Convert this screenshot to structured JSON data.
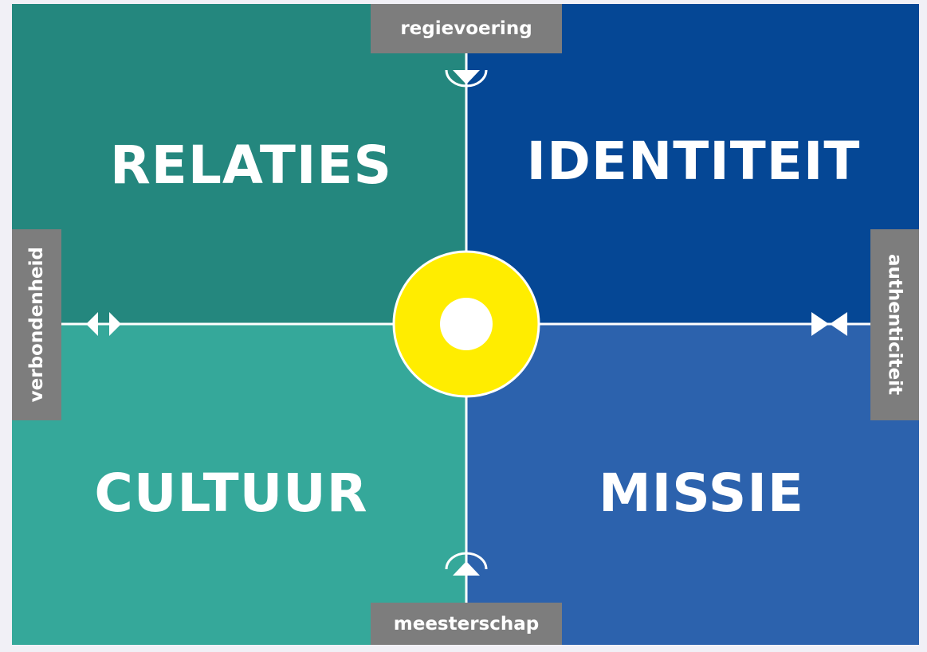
{
  "quadrants": {
    "top_left": "RELATIES",
    "top_right": "IDENTITEIT",
    "bottom_left": "CULTUUR",
    "bottom_right": "MISSIE"
  },
  "axis_labels": {
    "top": "regievoering",
    "bottom": "meesterschap",
    "left": "verbondenheid",
    "right": "authenticiteit"
  },
  "colors": {
    "top_left": "#24877e",
    "top_right": "#054795",
    "bottom_left": "#35a89a",
    "bottom_right": "#2c62ad",
    "center": "#ffed00",
    "tag": "#7d7d7d"
  }
}
